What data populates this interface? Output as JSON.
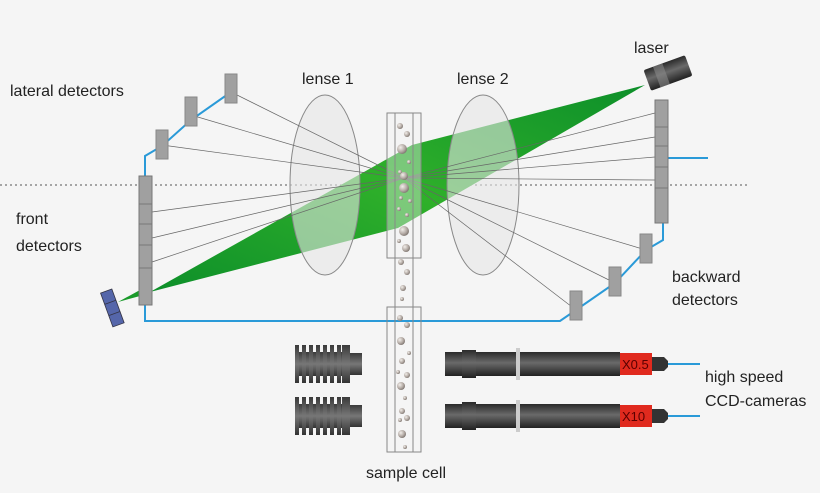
{
  "labels": {
    "laser": "laser",
    "lense1": "lense 1",
    "lense2": "lense 2",
    "lateral_detectors": "lateral detectors",
    "front_detectors_line1": "front",
    "front_detectors_line2": "detectors",
    "backward_detectors_line1": "backward",
    "backward_detectors_line2": "detectors",
    "cameras_line1": "high speed",
    "cameras_line2": "CCD-cameras",
    "sample_cell": "sample cell"
  },
  "cameras": [
    {
      "magnification": "X0.5"
    },
    {
      "magnification": "X10"
    }
  ],
  "colors": {
    "beam": "#1a9a2a",
    "wire": "#2a9ad8",
    "detector": "#a0a0a0",
    "camera_tag": "#e02a1e",
    "emitter": "#5566aa"
  }
}
